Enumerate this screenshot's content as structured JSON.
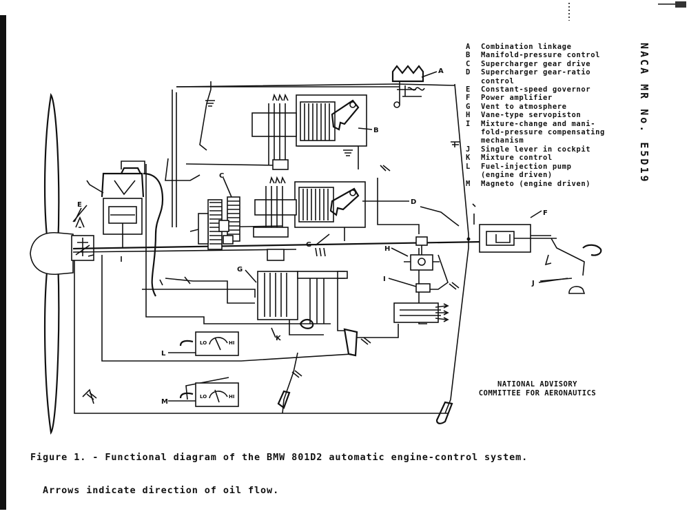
{
  "report_id": "NACA MR No. E5D19",
  "legend": [
    {
      "key": "A",
      "text": "Combination linkage"
    },
    {
      "key": "B",
      "text": "Manifold-pressure control"
    },
    {
      "key": "C",
      "text": "Supercharger gear drive"
    },
    {
      "key": "D",
      "text": "Supercharger gear-ratio\ncontrol"
    },
    {
      "key": "E",
      "text": "Constant-speed governor"
    },
    {
      "key": "F",
      "text": "Power amplifier"
    },
    {
      "key": "G",
      "text": "Vent to atmosphere"
    },
    {
      "key": "H",
      "text": "Vane-type servopiston"
    },
    {
      "key": "I",
      "text": "Mixture-change and mani-\nfold-pressure compensating\nmechanism"
    },
    {
      "key": "J",
      "text": "Single lever in cockpit"
    },
    {
      "key": "K",
      "text": "Mixture control"
    },
    {
      "key": "L",
      "text": "Fuel-injection pump\n(engine driven)"
    },
    {
      "key": "M",
      "text": "Magneto (engine driven)"
    }
  ],
  "diagram_labels": {
    "A": "A",
    "B": "B",
    "C": "C",
    "D": "D",
    "E": "E",
    "F": "F",
    "G": "G",
    "H": "H",
    "I": "I",
    "J": "J",
    "K": "K",
    "L": "L",
    "M": "M"
  },
  "gauge_l": {
    "lo": "LO",
    "hi": "HI"
  },
  "gauge_m": {
    "lo": "LO",
    "hi": "HI"
  },
  "agency": {
    "line1": "NATIONAL ADVISORY",
    "line2": "COMMITTEE FOR AERONAUTICS"
  },
  "caption": {
    "line1": "Figure 1. - Functional diagram of the BMW 801D2 automatic engine-control system.",
    "line2": "  Arrows indicate direction of oil flow."
  }
}
